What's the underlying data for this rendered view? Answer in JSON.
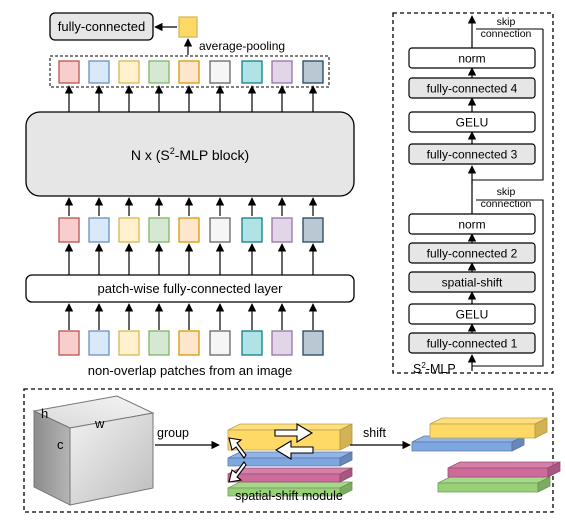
{
  "labels": {
    "fc_top": "fully-connected",
    "avg_pool": "average-pooling",
    "block_prefix": "N x (S",
    "block_sup": "2",
    "block_suffix": "-MLP block)",
    "patch_layer": "patch-wise fully-connected layer",
    "patches_caption": "non-overlap patches from an image",
    "skip_line1": "skip",
    "skip_line2": "connection",
    "right_title_s": "S",
    "right_title_sup": "2",
    "right_title_rest": "-MLP",
    "right_layers": [
      "norm",
      "fully-connected 4",
      "GELU",
      "fully-connected 3",
      "norm",
      "fully-connected 2",
      "spatial-shift",
      "GELU",
      "fully-connected 1"
    ],
    "cube_h": "h",
    "cube_w": "w",
    "cube_c": "c",
    "group": "group",
    "shift": "shift",
    "module_caption": "spatial-shift module"
  },
  "colors": {
    "token_fills": [
      "#f8cecc",
      "#dae8fc",
      "#fff2cc",
      "#d5e8d4",
      "#ffe6cc",
      "#f5f5f5",
      "#b0e3e6",
      "#e1d5e7",
      "#bac8d3"
    ],
    "token_strokes": [
      "#b85450",
      "#6c8ebf",
      "#d6b656",
      "#82b366",
      "#d79b00",
      "#666666",
      "#0e8088",
      "#9673a6",
      "#23445d"
    ],
    "gray_box": "#e6e6e6",
    "pool_token": "#ffd966",
    "slab_yellow": "#ffd966",
    "slab_blue": "#7ea6e0",
    "slab_pink": "#cd6b9b",
    "slab_green": "#97d077"
  }
}
